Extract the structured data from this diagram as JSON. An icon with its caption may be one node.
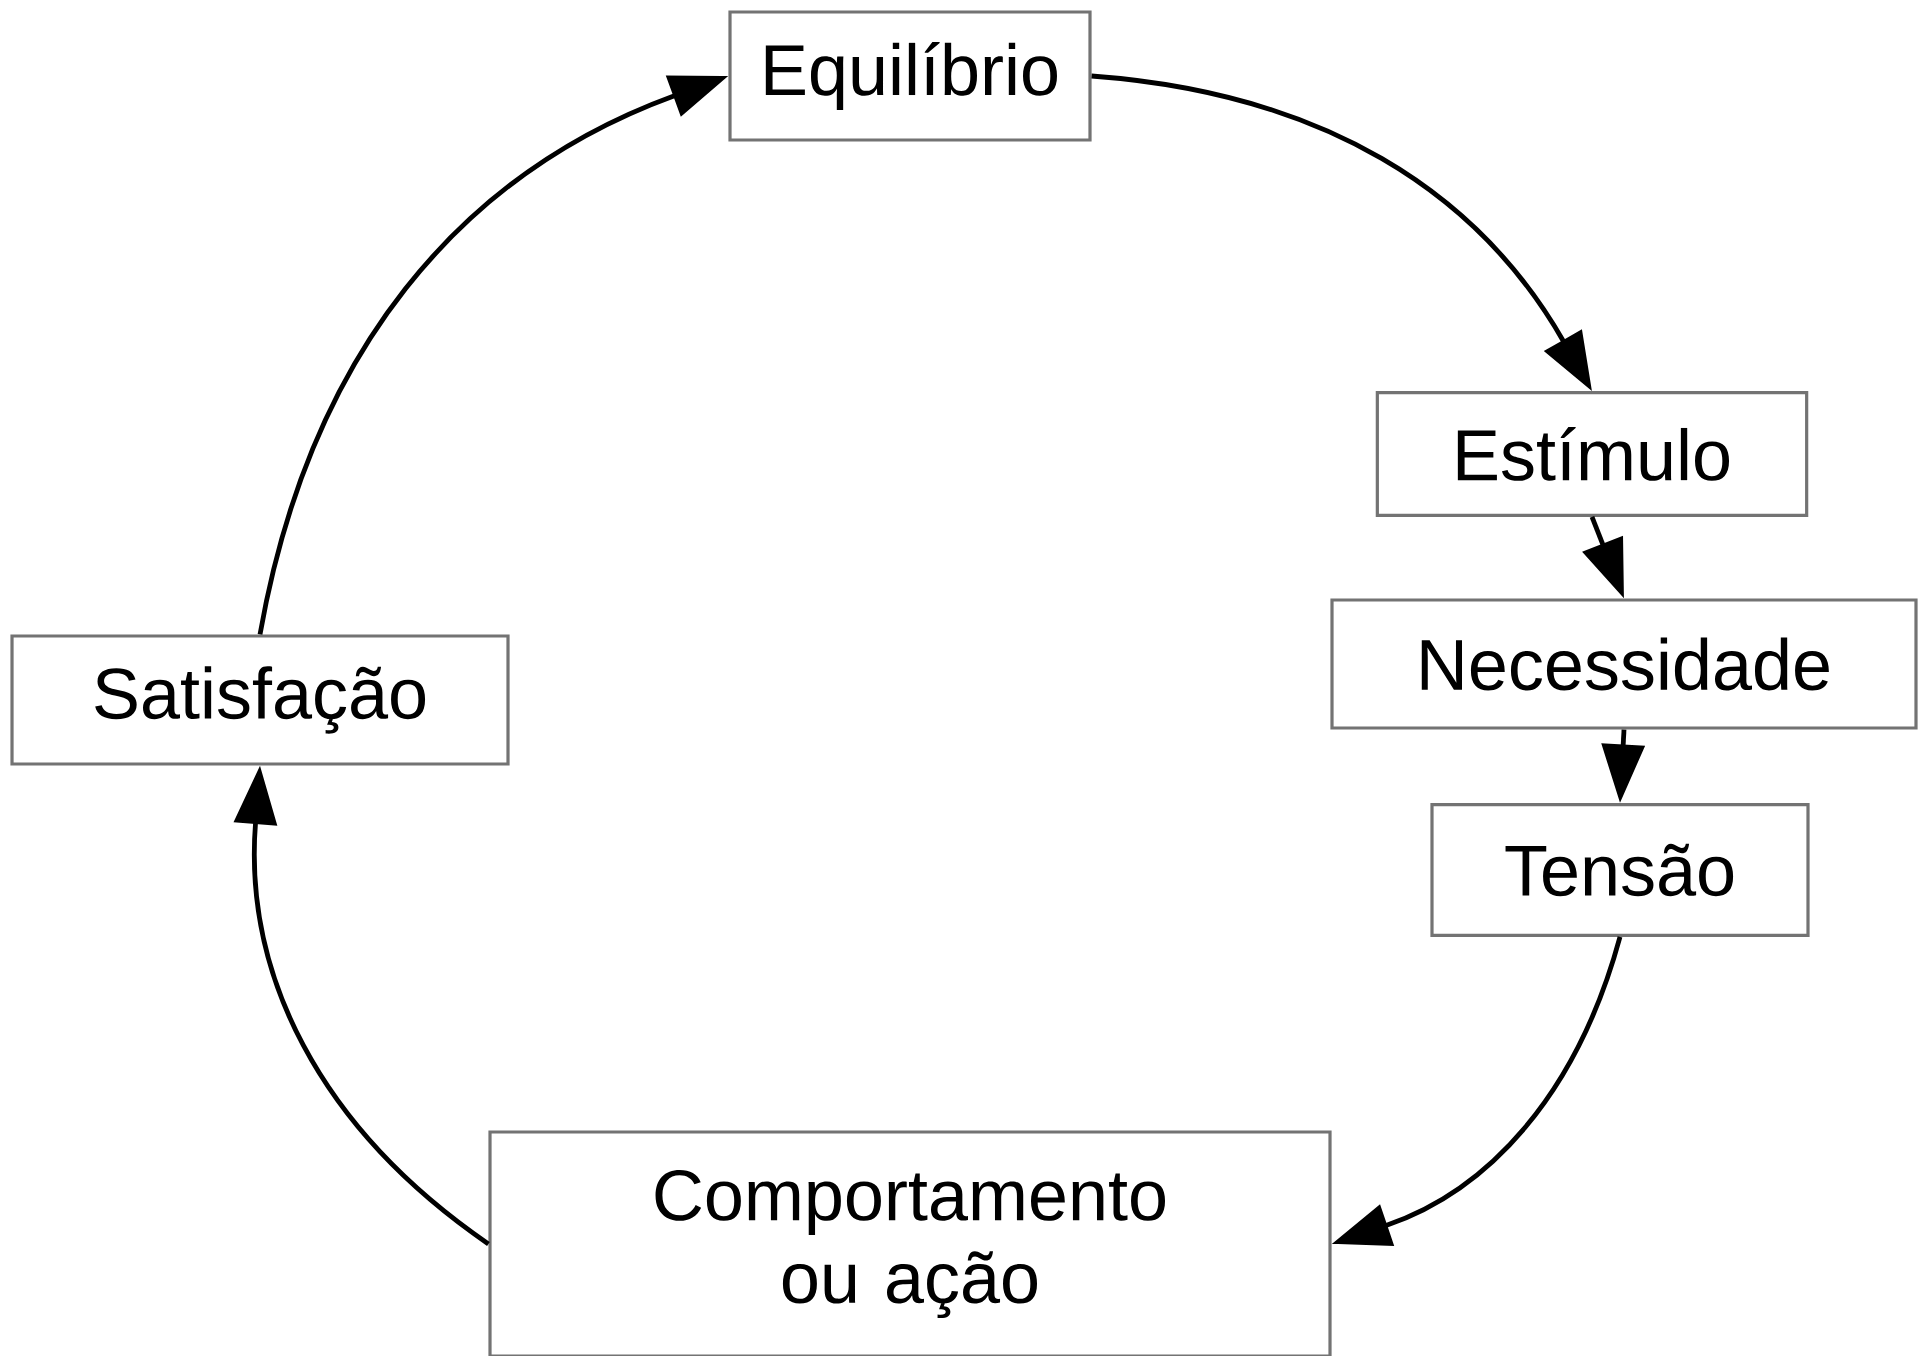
{
  "diagram": {
    "nodes": [
      {
        "text": [
          "Equilíbrio"
        ]
      },
      {
        "text": [
          "Estímulo"
        ]
      },
      {
        "text": [
          "Necessidade"
        ]
      },
      {
        "text": [
          "Tensão"
        ]
      },
      {
        "text": [
          "Comportamento ou ação"
        ]
      },
      {
        "text": [
          "Satisfação"
        ]
      }
    ],
    "edges": [
      {
        "from": 0,
        "to": 1,
        "arrow": "to"
      },
      {
        "from": 1,
        "to": 2,
        "arrow": "to"
      },
      {
        "from": 2,
        "to": 3,
        "arrow": "to"
      },
      {
        "from": 3,
        "to": 4,
        "arrow": "to"
      },
      {
        "from": 4,
        "to": 5,
        "arrow": "to"
      },
      {
        "from": 5,
        "to": 0,
        "arrow": "to"
      }
    ]
  }
}
